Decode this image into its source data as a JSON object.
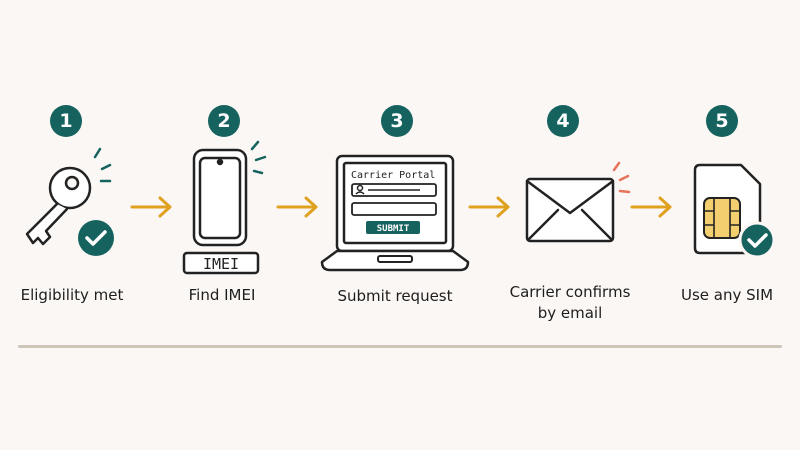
{
  "steps": [
    {
      "number": "1",
      "label": "Eligibility met",
      "icon": "key-check-icon"
    },
    {
      "number": "2",
      "label": "Find IMEI",
      "icon": "phone-imei-icon"
    },
    {
      "number": "3",
      "label": "Submit request",
      "icon": "laptop-portal-icon"
    },
    {
      "number": "4",
      "label": "Carrier confirms by email",
      "icon": "envelope-icon"
    },
    {
      "number": "5",
      "label": "Use any SIM",
      "icon": "sim-check-icon"
    }
  ],
  "imei_tag": "IMEI",
  "portal": {
    "title": "Carrier Portal",
    "button": "SUBMIT"
  },
  "colors": {
    "badge": "#16625f",
    "arrow": "#e0a020",
    "accent": "#e8735a",
    "chip": "#f3cf6f",
    "divider": "#cfc6ba"
  }
}
